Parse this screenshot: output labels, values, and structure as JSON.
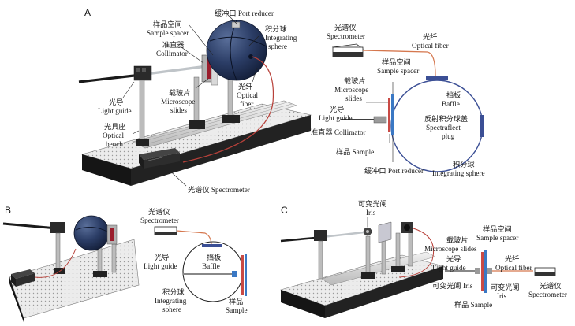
{
  "panels": {
    "A": "A",
    "B": "B",
    "C": "C"
  },
  "labels": {
    "port_reducer": "缓冲口 Port reducer",
    "sample_space_cn": "样品空间",
    "sample_spacer": "Sample spacer",
    "collimator_cn": "准直器",
    "collimator": "Collimator",
    "integrating_sphere_cn": "积分球",
    "integrating": "Integrating",
    "sphere": "sphere",
    "spectrometer_cn": "光谱仪",
    "spectrometer": "Spectrometer",
    "optical_fiber_cn": "光纤",
    "optical_fiber": "Optical fiber",
    "optical": "Optical",
    "fiber": "fiber",
    "slides_cn": "载玻片",
    "microscope": "Microscope",
    "slides": "slides",
    "microscope_slides": "Microscope slides",
    "light_guide_cn": "光导",
    "light_guide": "Light guide",
    "optical_bench_cn": "光具座",
    "bench": "bench",
    "baffle_cn": "挡板",
    "baffle": "Baffle",
    "reflect_cn": "反射积分球盖",
    "spectraflect": "Spectraflect",
    "plug": "plug",
    "collimator_full": "准直器 Collimator",
    "sample_full": "样品 Sample",
    "port_reducer_full": "缓冲口 Port reducer",
    "integrating_sphere": "Integrating sphere",
    "spectrometer_full": "光谱仪 Spectrometer",
    "sample": "Sample",
    "sample_cn": "样品",
    "iris_cn": "可变光阑",
    "iris": "Iris",
    "iris_full": "可变光阑 Iris"
  }
}
